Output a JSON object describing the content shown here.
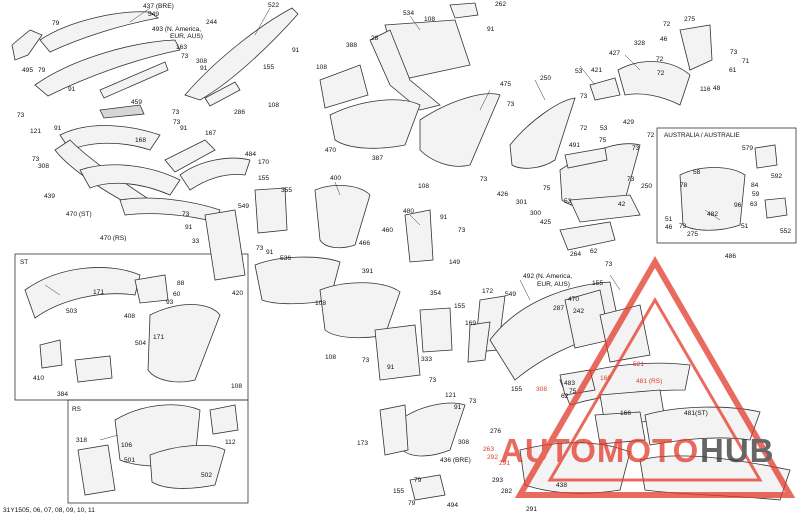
{
  "diagram_code": "31Y1505, 06, 07, 08, 09, 10, 11",
  "inset_boxes": {
    "australia_title": "AUSTRALIA / AUSTRALIE",
    "st_title": "ST",
    "rs_title": "RS"
  },
  "watermark": {
    "brand_part1": "AUTOMOTO",
    "brand_part2": "HUB",
    "color_red": "#e23a2a",
    "color_dark": "#333333"
  },
  "labels": [
    {
      "id": "l-437",
      "text": "437 (BRE)"
    },
    {
      "id": "l-549a",
      "text": "549"
    },
    {
      "id": "l-79a",
      "text": "79"
    },
    {
      "id": "l-493",
      "text": "493 (N. America,"
    },
    {
      "id": "l-493b",
      "text": "EUR, AUS)"
    },
    {
      "id": "l-244",
      "text": "244"
    },
    {
      "id": "l-522",
      "text": "522"
    },
    {
      "id": "l-534",
      "text": "534"
    },
    {
      "id": "l-108a",
      "text": "108"
    },
    {
      "id": "l-262",
      "text": "262"
    },
    {
      "id": "l-91a",
      "text": "91"
    },
    {
      "id": "l-72a",
      "text": "72"
    },
    {
      "id": "l-275a",
      "text": "275"
    },
    {
      "id": "l-46a",
      "text": "46"
    },
    {
      "id": "l-495",
      "text": "495"
    },
    {
      "id": "l-79b",
      "text": "79"
    },
    {
      "id": "l-163",
      "text": "163"
    },
    {
      "id": "l-73a",
      "text": "73"
    },
    {
      "id": "l-308a",
      "text": "308"
    },
    {
      "id": "l-91b",
      "text": "91"
    },
    {
      "id": "l-91c",
      "text": "91"
    },
    {
      "id": "l-155a",
      "text": "155"
    },
    {
      "id": "l-388",
      "text": "388"
    },
    {
      "id": "l-28",
      "text": "28"
    },
    {
      "id": "l-328",
      "text": "328"
    },
    {
      "id": "l-427",
      "text": "427"
    },
    {
      "id": "l-72b",
      "text": "72"
    },
    {
      "id": "l-73b",
      "text": "73"
    },
    {
      "id": "l-71",
      "text": "71"
    },
    {
      "id": "l-61",
      "text": "61"
    },
    {
      "id": "l-91d",
      "text": "91"
    },
    {
      "id": "l-73c",
      "text": "73"
    },
    {
      "id": "l-108b",
      "text": "108"
    },
    {
      "id": "l-250a",
      "text": "250"
    },
    {
      "id": "l-53a",
      "text": "53"
    },
    {
      "id": "l-421",
      "text": "421"
    },
    {
      "id": "l-72c",
      "text": "72"
    },
    {
      "id": "l-116",
      "text": "116"
    },
    {
      "id": "l-48",
      "text": "48"
    },
    {
      "id": "l-459",
      "text": "459"
    },
    {
      "id": "l-286",
      "text": "286"
    },
    {
      "id": "l-475",
      "text": "475"
    },
    {
      "id": "l-73d",
      "text": "73"
    },
    {
      "id": "l-108c",
      "text": "108"
    },
    {
      "id": "l-73e",
      "text": "73"
    },
    {
      "id": "l-73f",
      "text": "73"
    },
    {
      "id": "l-121a",
      "text": "121"
    },
    {
      "id": "l-91e",
      "text": "91"
    },
    {
      "id": "l-73g",
      "text": "73"
    },
    {
      "id": "l-91f",
      "text": "91"
    },
    {
      "id": "l-167",
      "text": "167"
    },
    {
      "id": "l-168",
      "text": "168"
    },
    {
      "id": "l-470a",
      "text": "470"
    },
    {
      "id": "l-387",
      "text": "387"
    },
    {
      "id": "l-72d",
      "text": "72"
    },
    {
      "id": "l-53b",
      "text": "53"
    },
    {
      "id": "l-429",
      "text": "429"
    },
    {
      "id": "l-72e",
      "text": "72"
    },
    {
      "id": "l-73h",
      "text": "73"
    },
    {
      "id": "l-308b",
      "text": "308"
    },
    {
      "id": "l-484",
      "text": "484"
    },
    {
      "id": "l-170",
      "text": "170"
    },
    {
      "id": "l-155b",
      "text": "155"
    },
    {
      "id": "l-491",
      "text": "491"
    },
    {
      "id": "l-75a",
      "text": "75"
    },
    {
      "id": "l-73i",
      "text": "73"
    },
    {
      "id": "l-439",
      "text": "439"
    },
    {
      "id": "l-355",
      "text": "355"
    },
    {
      "id": "l-400",
      "text": "400"
    },
    {
      "id": "l-108d",
      "text": "108"
    },
    {
      "id": "l-73j",
      "text": "73"
    },
    {
      "id": "l-426",
      "text": "426"
    },
    {
      "id": "l-301",
      "text": "301"
    },
    {
      "id": "l-75b",
      "text": "75"
    },
    {
      "id": "l-73k",
      "text": "73"
    },
    {
      "id": "l-250b",
      "text": "250"
    },
    {
      "id": "l-470st",
      "text": "470 (ST)"
    },
    {
      "id": "l-73l",
      "text": "73"
    },
    {
      "id": "l-549b",
      "text": "549"
    },
    {
      "id": "l-91g",
      "text": "91"
    },
    {
      "id": "l-53c",
      "text": "53"
    },
    {
      "id": "l-300",
      "text": "300"
    },
    {
      "id": "l-425",
      "text": "425"
    },
    {
      "id": "l-42",
      "text": "42"
    },
    {
      "id": "l-460",
      "text": "460"
    },
    {
      "id": "l-466",
      "text": "466"
    },
    {
      "id": "l-480",
      "text": "480"
    },
    {
      "id": "l-91h",
      "text": "91"
    },
    {
      "id": "l-73m",
      "text": "73"
    },
    {
      "id": "l-470rs",
      "text": "470 (RS)"
    },
    {
      "id": "l-33",
      "text": "33"
    },
    {
      "id": "l-73n",
      "text": "73"
    },
    {
      "id": "l-91i",
      "text": "91"
    },
    {
      "id": "l-536",
      "text": "536"
    },
    {
      "id": "l-264",
      "text": "264"
    },
    {
      "id": "l-62a",
      "text": "62"
    },
    {
      "id": "l-73o",
      "text": "73"
    },
    {
      "id": "l-149",
      "text": "149"
    },
    {
      "id": "l-391",
      "text": "391"
    },
    {
      "id": "l-492",
      "text": "492 (N. America,"
    },
    {
      "id": "l-492b",
      "text": "EUR, AUS)"
    },
    {
      "id": "l-420",
      "text": "420"
    },
    {
      "id": "l-108e",
      "text": "108"
    },
    {
      "id": "l-88",
      "text": "88"
    },
    {
      "id": "l-60",
      "text": "60"
    },
    {
      "id": "l-171a",
      "text": "171"
    },
    {
      "id": "l-93",
      "text": "93"
    },
    {
      "id": "l-503",
      "text": "503"
    },
    {
      "id": "l-408",
      "text": "408"
    },
    {
      "id": "l-171b",
      "text": "171"
    },
    {
      "id": "l-354",
      "text": "354"
    },
    {
      "id": "l-155c",
      "text": "155"
    },
    {
      "id": "l-172",
      "text": "172"
    },
    {
      "id": "l-549c",
      "text": "549"
    },
    {
      "id": "l-470b",
      "text": "470"
    },
    {
      "id": "l-155d",
      "text": "155"
    },
    {
      "id": "l-287",
      "text": "287"
    },
    {
      "id": "l-242",
      "text": "242"
    },
    {
      "id": "l-169",
      "text": "169"
    },
    {
      "id": "l-504",
      "text": "504"
    },
    {
      "id": "l-410",
      "text": "410"
    },
    {
      "id": "l-384",
      "text": "384"
    },
    {
      "id": "l-108f",
      "text": "108"
    },
    {
      "id": "l-73p",
      "text": "73"
    },
    {
      "id": "l-333",
      "text": "333"
    },
    {
      "id": "l-91j",
      "text": "91"
    },
    {
      "id": "l-73q",
      "text": "73"
    },
    {
      "id": "l-521",
      "text": "521"
    },
    {
      "id": "l-160",
      "text": "160"
    },
    {
      "id": "l-481rs",
      "text": "481 (RS)"
    },
    {
      "id": "l-155e",
      "text": "155"
    },
    {
      "id": "l-308c",
      "text": "308"
    },
    {
      "id": "l-483",
      "text": "483"
    },
    {
      "id": "l-75c",
      "text": "75"
    },
    {
      "id": "l-62b",
      "text": "62"
    },
    {
      "id": "l-108g",
      "text": "108"
    },
    {
      "id": "l-112",
      "text": "112"
    },
    {
      "id": "l-91k",
      "text": "91"
    },
    {
      "id": "l-73r",
      "text": "73"
    },
    {
      "id": "l-121b",
      "text": "121"
    },
    {
      "id": "l-276",
      "text": "276"
    },
    {
      "id": "l-166",
      "text": "166"
    },
    {
      "id": "l-481st",
      "text": "481(ST)"
    },
    {
      "id": "l-318",
      "text": "318"
    },
    {
      "id": "l-106",
      "text": "106"
    },
    {
      "id": "l-501",
      "text": "501"
    },
    {
      "id": "l-502",
      "text": "502"
    },
    {
      "id": "l-173",
      "text": "173"
    },
    {
      "id": "l-308d",
      "text": "308"
    },
    {
      "id": "l-263",
      "text": "263"
    },
    {
      "id": "l-292",
      "text": "292"
    },
    {
      "id": "l-291a",
      "text": "291"
    },
    {
      "id": "l-436",
      "text": "436 (BRE)"
    },
    {
      "id": "l-293",
      "text": "293"
    },
    {
      "id": "l-282",
      "text": "282"
    },
    {
      "id": "l-438",
      "text": "438"
    },
    {
      "id": "l-79c",
      "text": "79"
    },
    {
      "id": "l-155f",
      "text": "155"
    },
    {
      "id": "l-79d",
      "text": "79"
    },
    {
      "id": "l-494",
      "text": "494"
    },
    {
      "id": "l-291b",
      "text": "291"
    },
    {
      "id": "l-579",
      "text": "579"
    },
    {
      "id": "l-592",
      "text": "592"
    },
    {
      "id": "l-58",
      "text": "58"
    },
    {
      "id": "l-78",
      "text": "78"
    },
    {
      "id": "l-84",
      "text": "84"
    },
    {
      "id": "l-59",
      "text": "59"
    },
    {
      "id": "l-96",
      "text": "96"
    },
    {
      "id": "l-63",
      "text": "63"
    },
    {
      "id": "l-51a",
      "text": "51"
    },
    {
      "id": "l-482",
      "text": "482"
    },
    {
      "id": "l-73s",
      "text": "73"
    },
    {
      "id": "l-46b",
      "text": "46"
    },
    {
      "id": "l-51b",
      "text": "51"
    },
    {
      "id": "l-275b",
      "text": "275"
    },
    {
      "id": "l-552",
      "text": "552"
    },
    {
      "id": "l-486",
      "text": "486"
    }
  ]
}
